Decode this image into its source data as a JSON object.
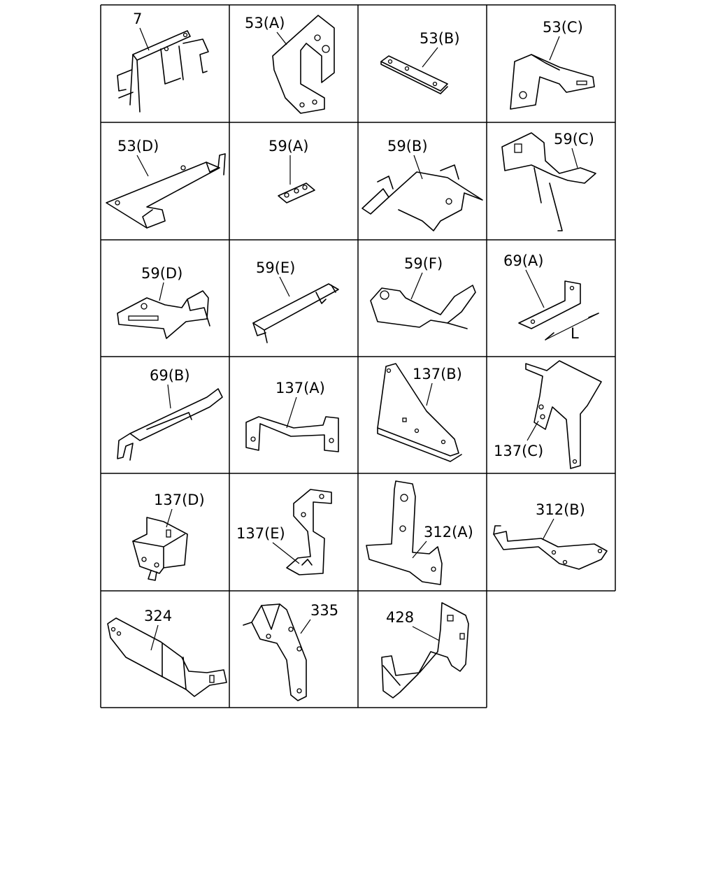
{
  "parts": [
    {
      "label": "7"
    },
    {
      "label": "53(A)"
    },
    {
      "label": "53(B)"
    },
    {
      "label": "53(C)"
    },
    {
      "label": "53(D)"
    },
    {
      "label": "59(A)"
    },
    {
      "label": "59(B)"
    },
    {
      "label": "59(C)"
    },
    {
      "label": "59(D)"
    },
    {
      "label": "59(E)"
    },
    {
      "label": "59(F)"
    },
    {
      "label": "69(A)"
    },
    {
      "label": "69(B)"
    },
    {
      "label": "137(A)"
    },
    {
      "label": "137(B)"
    },
    {
      "label": "137(C)"
    },
    {
      "label": "137(D)"
    },
    {
      "label": "137(E)"
    },
    {
      "label": "312(A)"
    },
    {
      "label": "312(B)"
    },
    {
      "label": "324"
    },
    {
      "label": "335"
    },
    {
      "label": "428"
    }
  ],
  "dimension_label": "L"
}
